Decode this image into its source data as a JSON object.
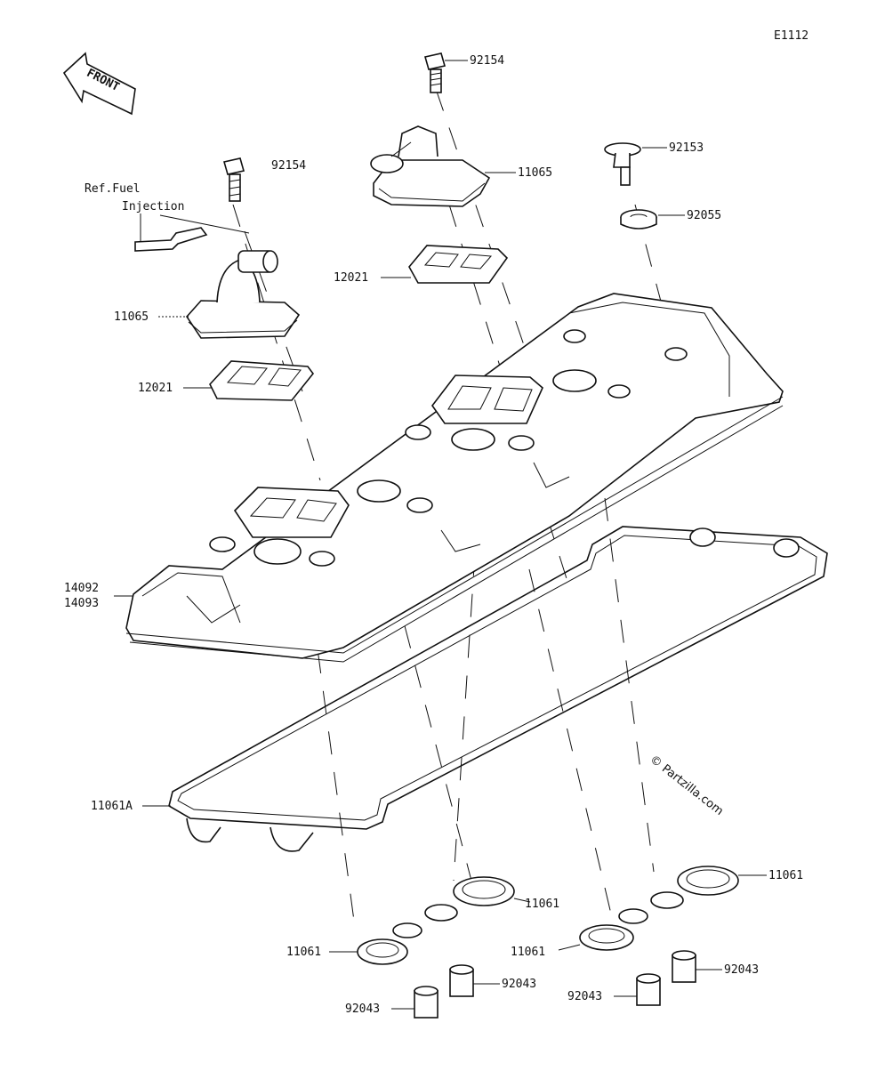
{
  "diagram_code": "E1112",
  "front_arrow": {
    "label": "FRONT",
    "icon": "front-arrow-icon"
  },
  "reference": {
    "line1": "Ref.Fuel",
    "line2": "Injection"
  },
  "watermark": "© Partzilla.com",
  "labels": {
    "bolt_top": "92154",
    "bolt_left": "92154",
    "cover_right": "11065",
    "cover_left": "11065",
    "washer_bolt": "92153",
    "grommet": "92055",
    "gasket_right": "12021",
    "gasket_left": "12021",
    "head_cover_a": "14092",
    "head_cover_b": "14093",
    "cover_gasket": "11061A",
    "plug_gasket_1": "11061",
    "plug_gasket_2": "11061",
    "plug_gasket_3": "11061",
    "plug_gasket_4": "11061",
    "dowel_1": "92043",
    "dowel_2": "92043",
    "dowel_3": "92043",
    "dowel_4": "92043"
  }
}
